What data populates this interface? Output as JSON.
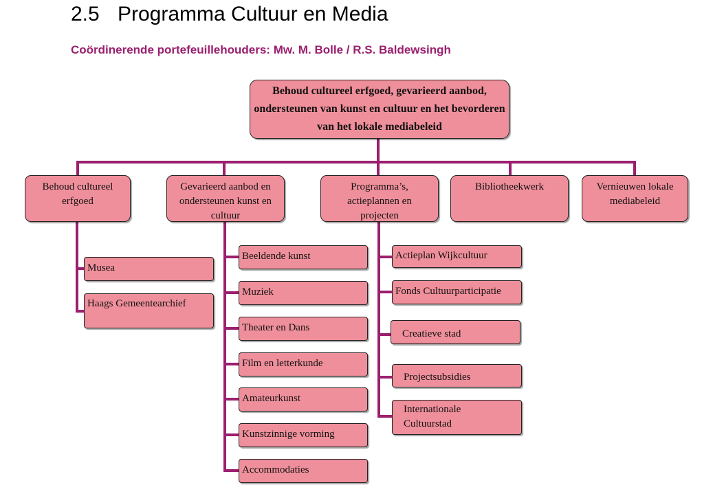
{
  "heading": {
    "number": "2.5",
    "title": "Programma Cultuur en Media"
  },
  "subheading": "Coördinerende portefeuillehouders: Mw. M. Bolle /  R.S. Baldewsingh",
  "colors": {
    "line": "#9b1f6e",
    "box_fill": "#ef8f9b",
    "subheading": "#9b1f6e"
  },
  "diagram": {
    "root": "Behoud cultureel erfgoed, gevarieerd aanbod, ondersteunen van kunst en cultuur en het bevorderen van het lokale mediabeleid",
    "branches": [
      {
        "label": "Behoud cultureel erfgoed",
        "children": [
          "Musea",
          "Haags Gemeentearchief"
        ]
      },
      {
        "label": "Gevarieerd aanbod en ondersteunen kunst en cultuur",
        "children": [
          "Beeldende kunst",
          "Muziek",
          "Theater en Dans",
          "Film en letterkunde",
          "Amateurkunst",
          "Kunstzinnige vorming",
          "Accommodaties"
        ]
      },
      {
        "label": "Programma’s, actieplannen en projecten",
        "children": [
          "Actieplan Wijkcultuur",
          "Fonds Cultuurparticipatie",
          "Creatieve stad",
          "Projectsubsidies",
          "Internationale Cultuurstad"
        ]
      },
      {
        "label": "Bibliotheekwerk",
        "children": []
      },
      {
        "label": "Vernieuwen lokale mediabeleid",
        "children": []
      }
    ]
  }
}
